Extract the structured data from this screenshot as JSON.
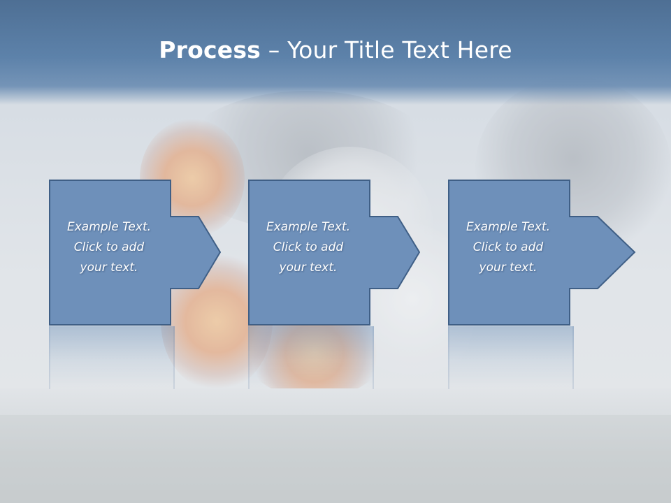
{
  "slide": {
    "title_bold": "Process",
    "title_rest": " – Your Title Text Here"
  },
  "steps": [
    {
      "line1": "Example Text.",
      "line2": "Click  to add",
      "line3": "your text."
    },
    {
      "line1": "Example Text.",
      "line2": "Click  to add",
      "line3": "your text."
    },
    {
      "line1": "Example Text.",
      "line2": "Click  to add",
      "line3": "your text."
    }
  ],
  "colors": {
    "title_bar": "#5b7fa6",
    "step_fill": "#6e90ba",
    "step_border": "#3f5f86",
    "text": "#ffffff"
  }
}
